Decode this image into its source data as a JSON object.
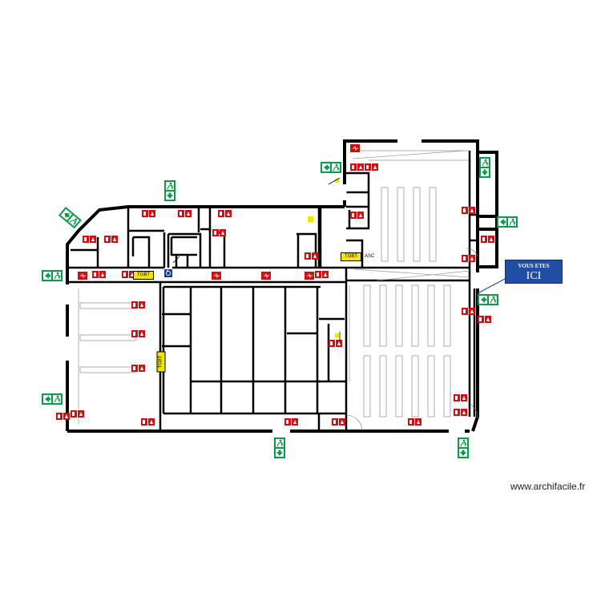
{
  "plan": {
    "room_tags": {
      "tgbt_top": "TGBT",
      "tgbt_left": "TGBT",
      "tgbt_vertical": "TGBT",
      "asc": "ASC"
    },
    "dae_tag": "DAE",
    "extinguisher_tag": "EXT",
    "you_are_here": {
      "line1": "VOUS ETES",
      "line2": "ICI"
    },
    "watermark": "www.archifacile.fr",
    "colors": {
      "wall": "#000000",
      "exit_sign": "#0a9a48",
      "fire_equipment": "#cc1111",
      "panel_tag": "#f2e600",
      "you_are_here": "#1f4ea3",
      "accessible": "#1c3f9a"
    }
  }
}
